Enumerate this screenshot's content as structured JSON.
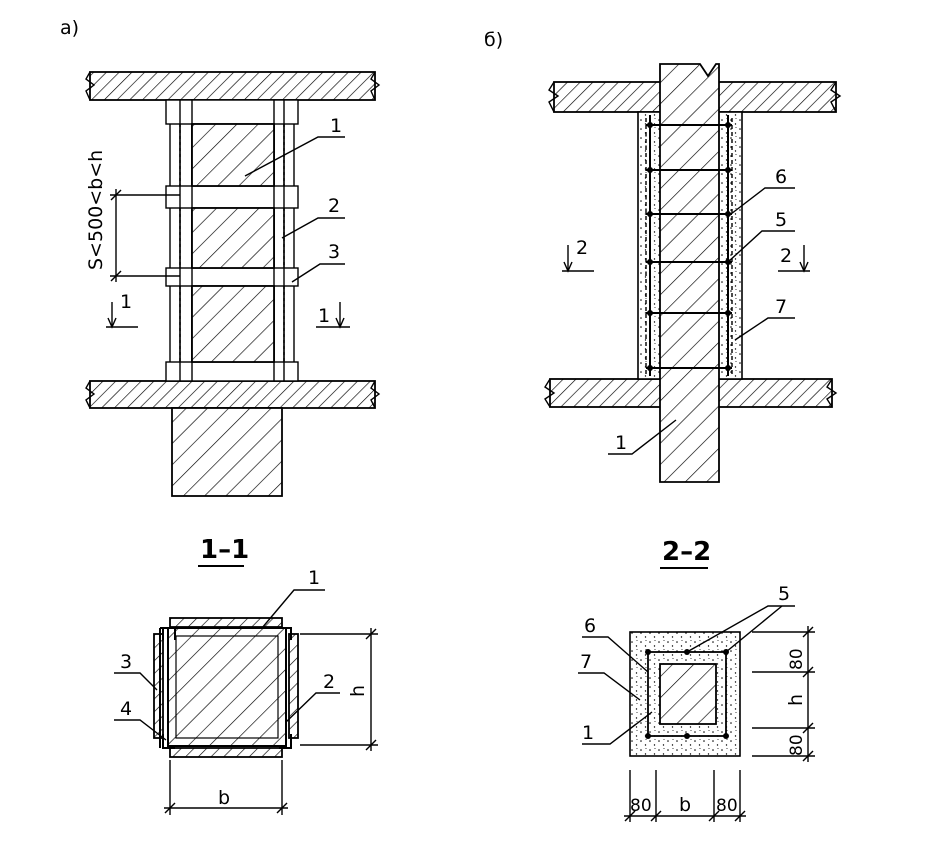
{
  "panel_a": {
    "letter": "а)",
    "spacing_label": "S<500<b<h",
    "callouts": [
      "1",
      "2",
      "3"
    ],
    "cut_marker_left": "1",
    "cut_marker_right": "1"
  },
  "panel_b": {
    "letter": "б)",
    "callouts": [
      "6",
      "5",
      "7",
      "1"
    ],
    "cut_marker_left": "2",
    "cut_marker_right": "2"
  },
  "section_1_1": {
    "title": "1–1",
    "callouts": [
      "1",
      "2",
      "3",
      "4"
    ],
    "dim_width": "b",
    "dim_height": "h"
  },
  "section_2_2": {
    "title": "2–2",
    "callouts": [
      "5",
      "6",
      "7",
      "1"
    ],
    "dim_width": "b",
    "dim_height": "h",
    "dim_cover_left": "80",
    "dim_cover_right": "80",
    "dim_cover_top": "80",
    "dim_cover_bottom": "80"
  }
}
